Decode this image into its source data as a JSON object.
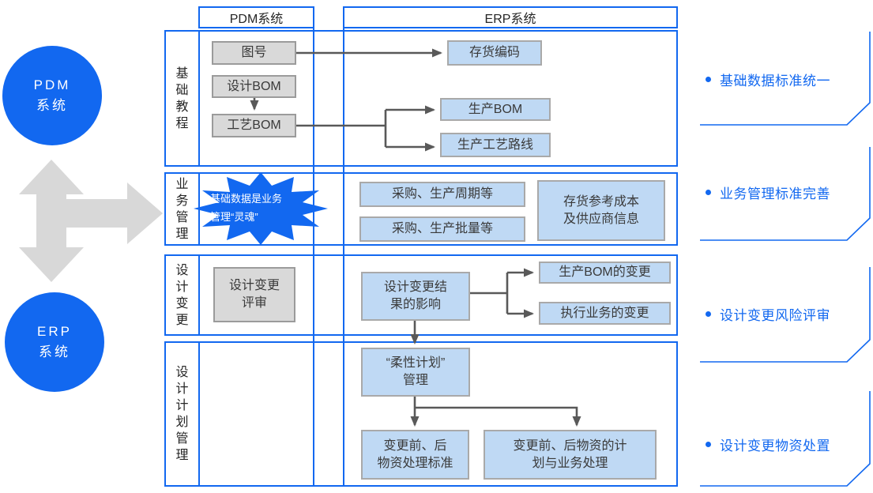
{
  "left_panel": {
    "pdm_circle": {
      "line1": "PDM",
      "line2": "系统"
    },
    "erp_circle": {
      "line1": "ERP",
      "line2": "系统"
    }
  },
  "headers": {
    "pdm": "PDM系统",
    "erp": "ERP系统"
  },
  "row_labels": {
    "r1": "基础教程",
    "r2": "业务管理",
    "r3": "设计变更",
    "r4": "设计计划管理"
  },
  "row1": {
    "pdm_boxes": {
      "drawing_no": "图号",
      "design_bom": "设计BOM",
      "process_bom": "工艺BOM"
    },
    "erp_boxes": {
      "inventory_code": "存货编码",
      "production_bom": "生产BOM",
      "production_route": "生产工艺路线"
    }
  },
  "row2": {
    "starburst": "基础数据是业务\n管理“灵魂”",
    "erp_boxes": {
      "cycle": "采购、生产周期等",
      "batch": "采购、生产批量等",
      "cost_supplier": "存货参考成本\n及供应商信息"
    }
  },
  "row3": {
    "pdm_boxes": {
      "change_review": "设计变更\n评审"
    },
    "erp_boxes": {
      "change_impact": "设计变更结\n果的影响",
      "bom_change": "生产BOM的变更",
      "biz_change": "执行业务的变更"
    }
  },
  "row4": {
    "erp_boxes": {
      "flexible_plan": "“柔性计划”\n管理",
      "material_standard": "变更前、后\n物资处理标准",
      "material_plan": "变更前、后物资的计\n划与业务处理"
    }
  },
  "callouts": [
    {
      "label": "基础数据标准统一"
    },
    {
      "label": "业务管理标准完善"
    },
    {
      "label": "设计变更风险评审"
    },
    {
      "label": "设计变更物资处置"
    }
  ],
  "colors": {
    "accent_blue": "#1268f0",
    "box_gray_fill": "#d9d9d9",
    "box_blue_fill": "#bfd9f4",
    "connector_gray": "#595959",
    "big_arrow_gray": "#d8d8d8"
  }
}
